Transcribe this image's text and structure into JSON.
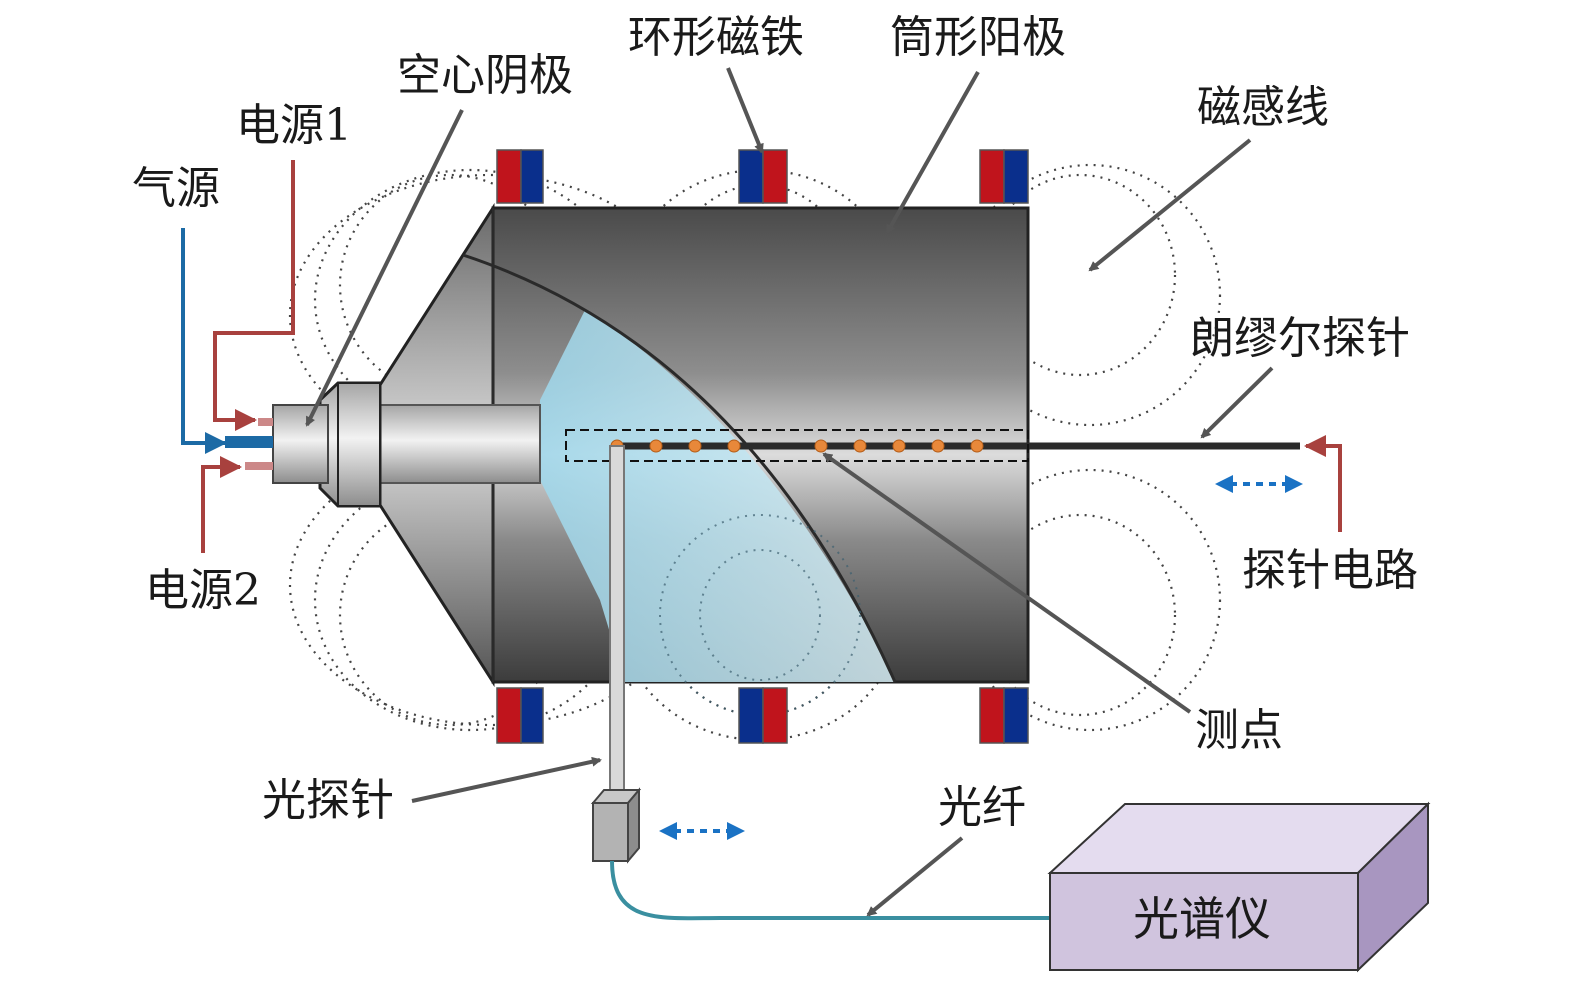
{
  "labels": {
    "hollow_cathode": "空心阴极",
    "ring_magnet": "环形磁铁",
    "cylindrical_anode": "筒形阳极",
    "power_supply_1": "电源1",
    "gas_source": "气源",
    "magnetic_field_lines": "磁感线",
    "langmuir_probe": "朗缪尔探针",
    "probe_circuit": "探针电路",
    "power_supply_2": "电源2",
    "measuring_point": "测点",
    "optical_probe": "光探针",
    "optical_fiber": "光纤",
    "spectrometer": "光谱仪"
  },
  "colors": {
    "magnet_red": "#c0141c",
    "magnet_blue": "#0a2f8c",
    "power_line": "#a8413e",
    "gas_line": "#1c6aa5",
    "fiber": "#3a8fa0",
    "plasma": "#bfe4f0",
    "spectrometer_front": "#d0c4de",
    "spectrometer_top": "#e4dcef",
    "spectrometer_side": "#a896c0",
    "probe_dot": "#e8883a",
    "motion_arrow": "#1a72c4"
  },
  "icons": {
    "motion_indicator": "double-headed-dashed-arrow"
  }
}
